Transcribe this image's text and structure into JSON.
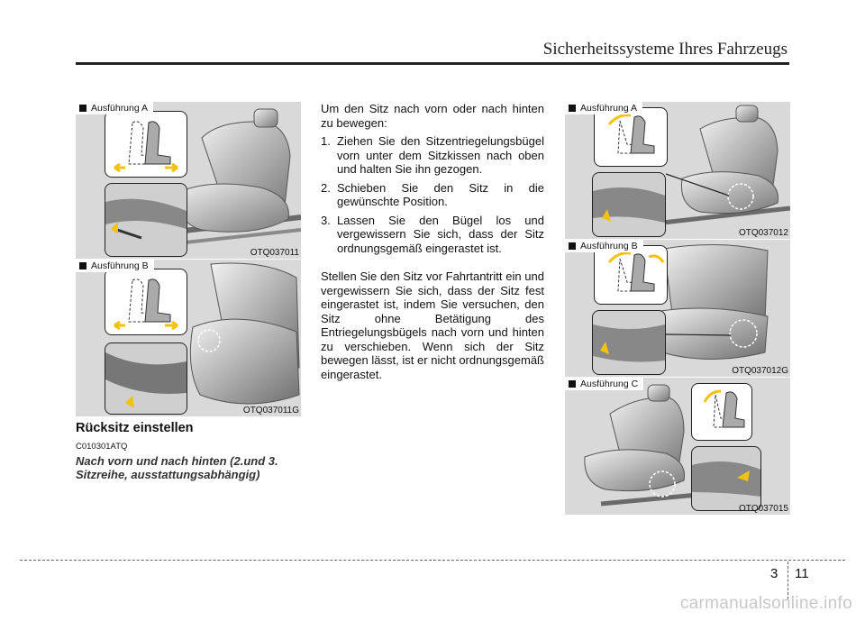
{
  "header": {
    "title": "Sicherheitssysteme Ihres Fahrzeugs"
  },
  "figures_left": [
    {
      "variant": "Ausführung A",
      "code": "OTQ037011"
    },
    {
      "variant": "Ausführung B",
      "code": "OTQ037011G"
    }
  ],
  "figures_right": [
    {
      "variant": "Ausführung A",
      "code": "OTQ037012"
    },
    {
      "variant": "Ausführung B",
      "code": "OTQ037012G"
    },
    {
      "variant": "Ausführung C",
      "code": "OTQ037015"
    }
  ],
  "section": {
    "title": "Rücksitz einstellen",
    "code": "C010301ATQ",
    "subtitle": "Nach vorn und nach hinten (2.und 3. Sitzreihe, ausstattungsabhängig)"
  },
  "body": {
    "intro": "Um den Sitz nach vorn oder nach hinten zu bewegen:",
    "steps": [
      {
        "num": "1.",
        "text": "Ziehen Sie den Sitzentriegelungsbügel vorn unter dem Sitzkissen nach oben und halten Sie ihn gezogen."
      },
      {
        "num": "2.",
        "text": "Schieben Sie den Sitz in die gewünschte Position."
      },
      {
        "num": "3.",
        "text": "Lassen Sie den Bügel los und vergewissern Sie sich, dass der Sitz ordnungsgemäß eingerastet ist."
      }
    ],
    "paragraph": "Stellen Sie den Sitz vor Fahrtantritt ein und vergewissern Sie sich, dass der Sitz fest eingerastet ist, indem Sie versuchen, den Sitz ohne Betätigung des Entriegelungsbügels nach vorn und hinten zu verschieben. Wenn sich der Sitz bewegen lässt, ist er nicht ordnungsgemäß eingerastet."
  },
  "footer": {
    "chapter": "3",
    "page": "11"
  },
  "watermark": "carmanualsonline.info",
  "colors": {
    "panel_bg": "#d9d9d9",
    "arrow_yellow": "#f3c20e",
    "rule": "#222222"
  }
}
